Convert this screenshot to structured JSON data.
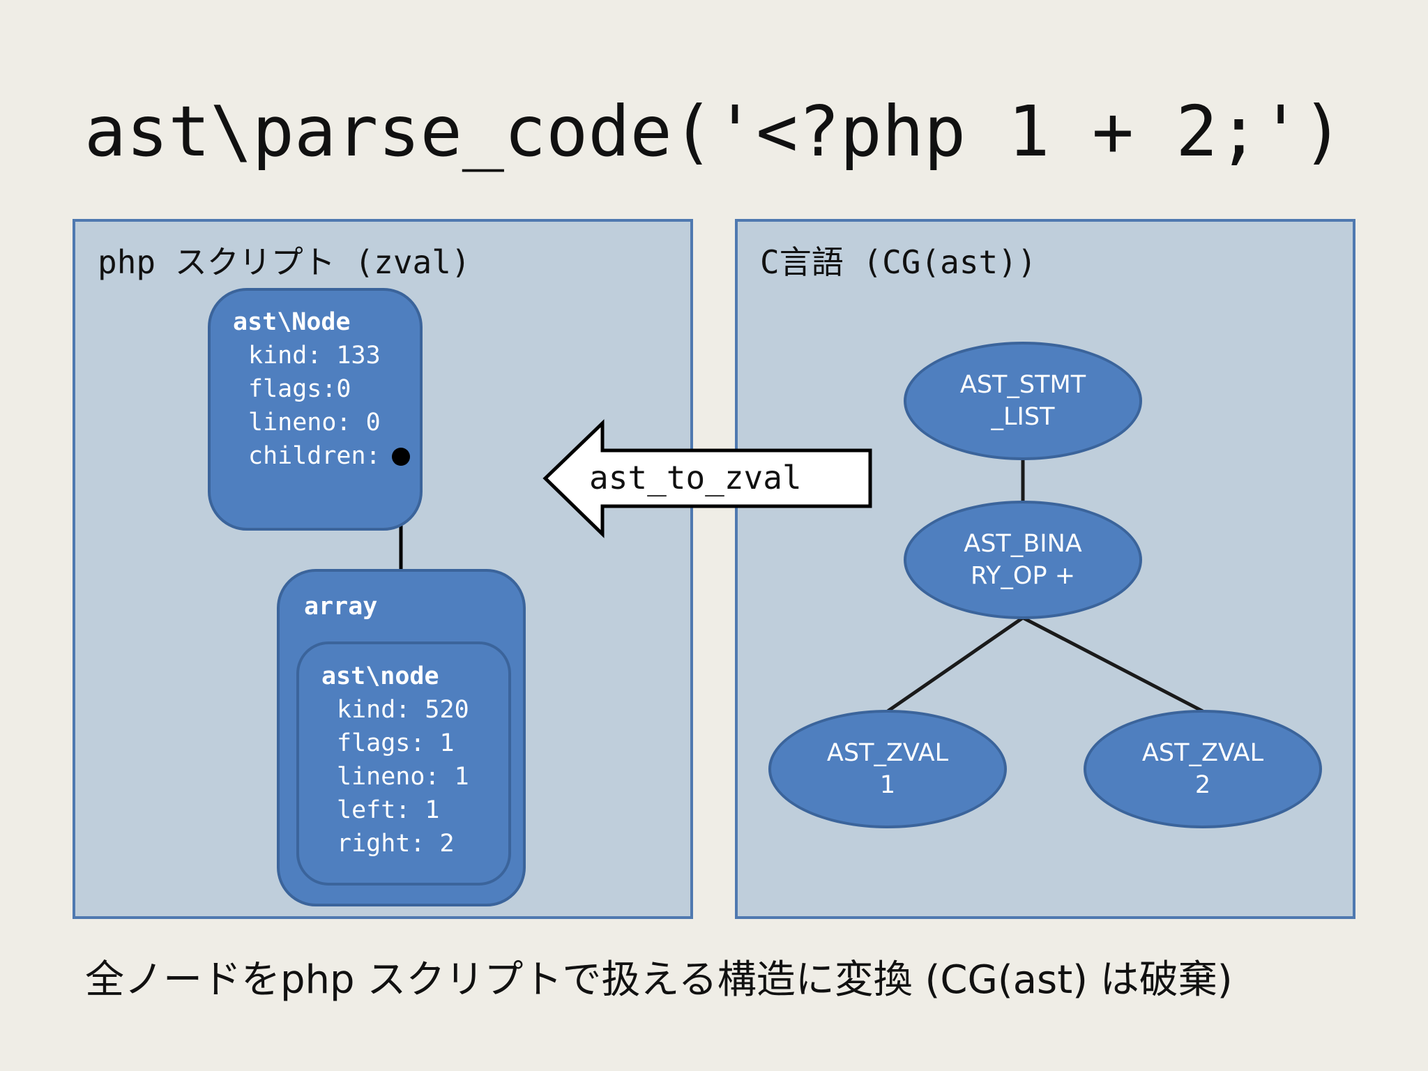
{
  "title": "ast\\parse_code('<?php 1 + 2;')",
  "left_panel": {
    "title": "php スクリプト (zval)",
    "ast_node": {
      "header": "ast\\Node",
      "lines": [
        "kind: 133",
        "flags:0",
        "lineno: 0",
        "children:"
      ]
    },
    "array": {
      "header": "array",
      "child": {
        "header": "ast\\node",
        "lines": [
          "kind: 520",
          "flags: 1",
          "lineno: 1",
          "left: 1",
          "right: 2"
        ]
      }
    }
  },
  "arrow": {
    "label": "ast_to_zval"
  },
  "right_panel": {
    "title": "C言語 (CG(ast))",
    "nodes": {
      "stmt_list": "AST_STMT\n_LIST",
      "binary_op": "AST_BINA\nRY_OP +",
      "zval_left": "AST_ZVAL\n1",
      "zval_right": "AST_ZVAL\n2"
    }
  },
  "footer": "全ノードをphp スクリプトで扱える構造に変換 (CG(ast) は破棄)",
  "colors": {
    "background": "#efede6",
    "panel": "#bfcedb",
    "panel_border": "#4f79b0",
    "node_fill": "#4f7fbf",
    "node_border": "#3b649b"
  }
}
